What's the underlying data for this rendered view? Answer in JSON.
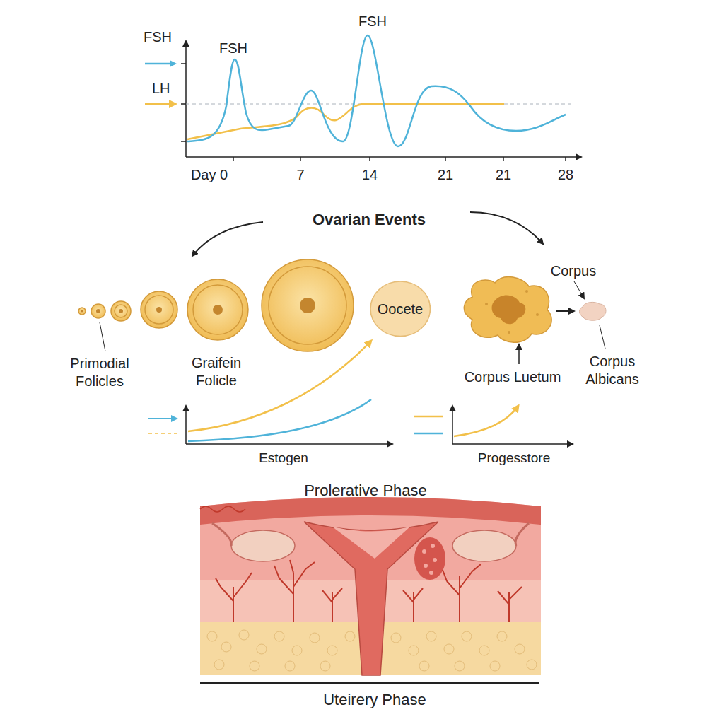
{
  "diagram": {
    "nodes": [
      {
        "text": [
          "Oocete"
        ]
      }
    ],
    "labels": [
      "FSH",
      "LH",
      "FSH",
      "FSH",
      "Day 0",
      "7",
      "14",
      "21",
      "21",
      "28",
      "Ovarian Events",
      "Primodial Folicles",
      "Graifein Folicle",
      "Corpus",
      "Corpus Luetum",
      "Corpus Albicans",
      "Estogen",
      "Progesstore",
      "Prolerative Phase",
      "Uteirery Phase"
    ]
  }
}
